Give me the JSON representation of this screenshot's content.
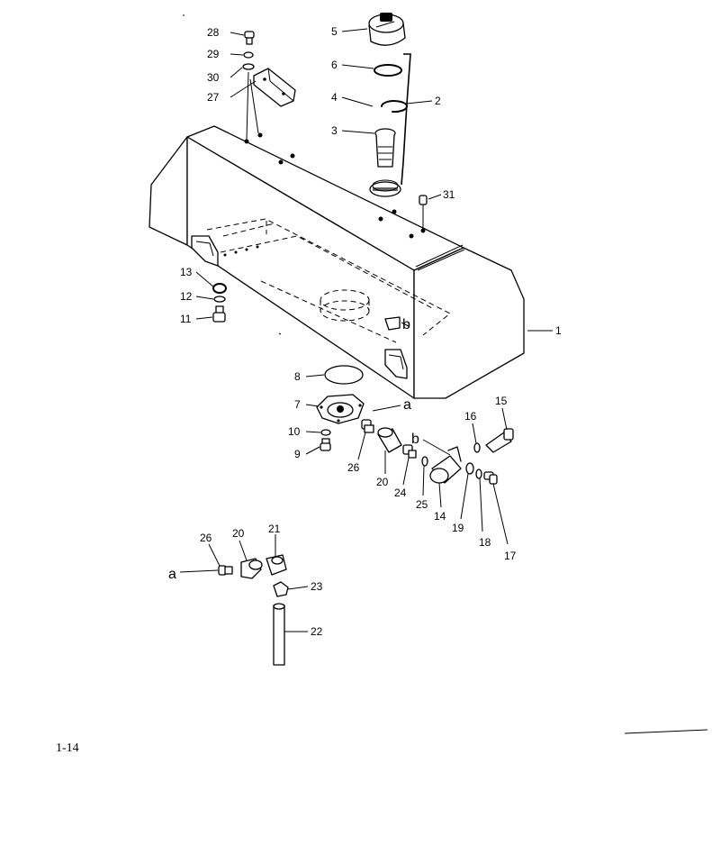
{
  "page_number": "1-14",
  "callouts": {
    "c1": "1",
    "c2": "2",
    "c3": "3",
    "c4": "4",
    "c5": "5",
    "c6": "6",
    "c7": "7",
    "c8": "8",
    "c9": "9",
    "c10": "10",
    "c11": "11",
    "c12": "12",
    "c13": "13",
    "c14": "14",
    "c15": "15",
    "c16": "16",
    "c17": "17",
    "c18": "18",
    "c19": "19",
    "c20a": "20",
    "c20b": "20",
    "c21": "21",
    "c22": "22",
    "c23": "23",
    "c24": "24",
    "c25": "25",
    "c26a": "26",
    "c26b": "26",
    "c27": "27",
    "c28": "28",
    "c29": "29",
    "c30": "30",
    "c31": "31"
  },
  "letters": {
    "a1": "a",
    "a2": "a",
    "b1": "b",
    "b2": "b"
  }
}
